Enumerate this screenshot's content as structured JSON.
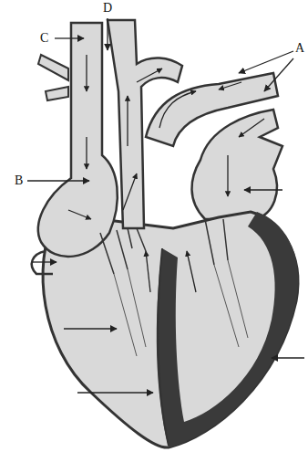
{
  "diagram": {
    "labels": [
      "D",
      "C",
      "B",
      "A"
    ]
  }
}
